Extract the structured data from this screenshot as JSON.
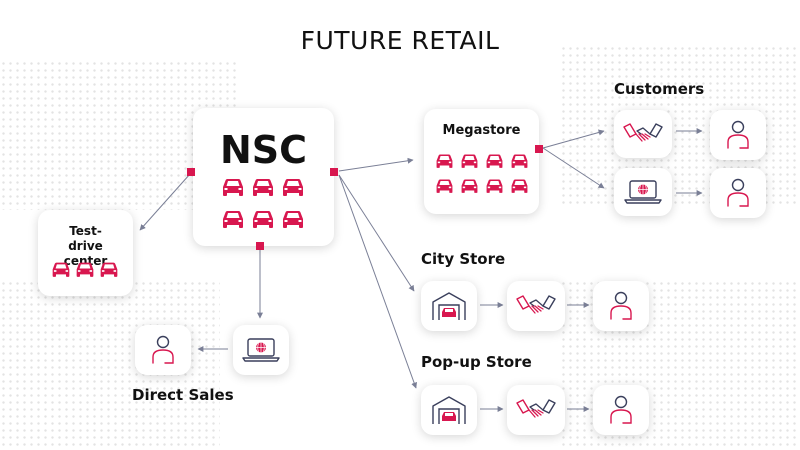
{
  "title": "FUTURE RETAIL",
  "nodes": {
    "nsc": "NSC",
    "test_drive": "Test-drive center",
    "megastore": "Megastore",
    "customers": "Customers",
    "city_store": "City Store",
    "popup_store": "Pop-up Store",
    "direct_sales": "Direct Sales"
  },
  "colors": {
    "accent": "#d8174f",
    "arrow": "#7a7f96",
    "icon_outline": "#3a3f5c"
  },
  "icons": [
    "car-icon",
    "handshake-icon",
    "laptop-globe-icon",
    "person-icon",
    "store-garage-icon"
  ]
}
